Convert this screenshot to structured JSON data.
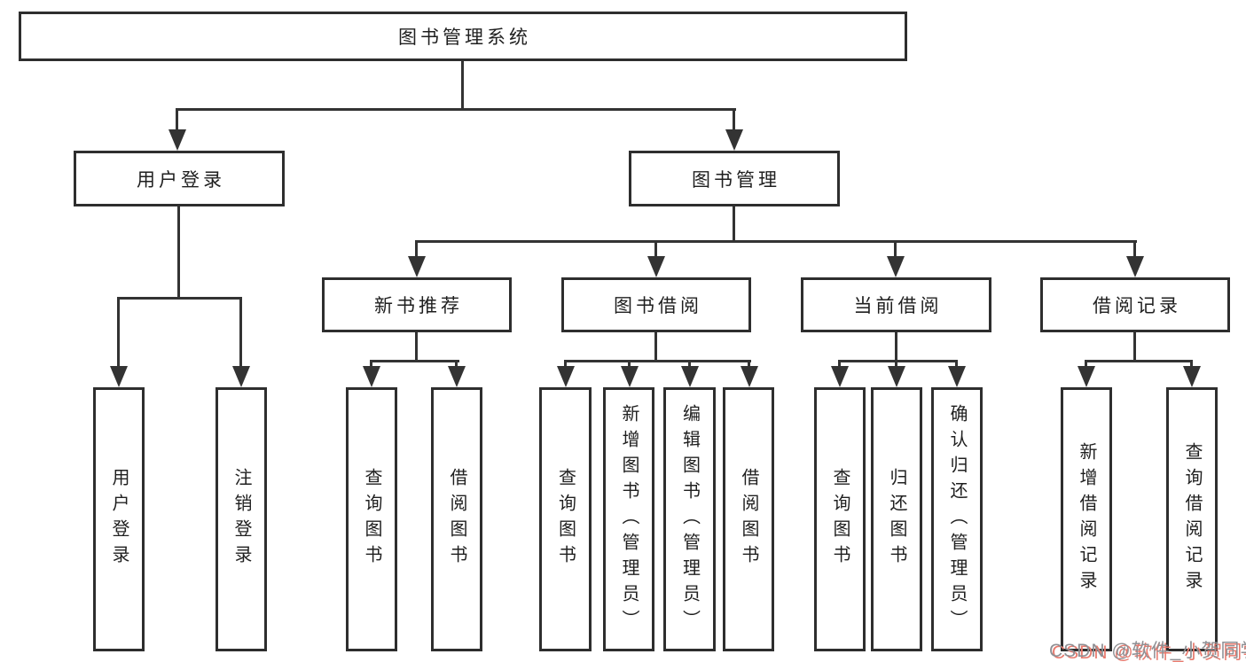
{
  "diagram": {
    "root": "图书管理系统",
    "level2": [
      "用户登录",
      "图书管理"
    ],
    "level3": [
      "新书推荐",
      "图书借阅",
      "当前借阅",
      "借阅记录"
    ],
    "leaves": {
      "login": [
        "用户登录",
        "注销登录"
      ],
      "recommend": [
        "查询图书",
        "借阅图书"
      ],
      "borrow": [
        "查询图书",
        "新增图书（管理员）",
        "编辑图书（管理员）",
        "借阅图书"
      ],
      "current": [
        "查询图书",
        "归还图书",
        "确认归还（管理员）"
      ],
      "records": [
        "新增借阅记录",
        "查询借阅记录"
      ]
    }
  },
  "watermark": {
    "text": "CSDN @软件_小贺同学"
  },
  "colors": {
    "background": "#ffffff",
    "line": "#333333",
    "box_border": "#2e2e2e",
    "text": "#1f1f1f",
    "watermark_text": "#8f9094",
    "watermark_shadow": "#e8796d"
  }
}
